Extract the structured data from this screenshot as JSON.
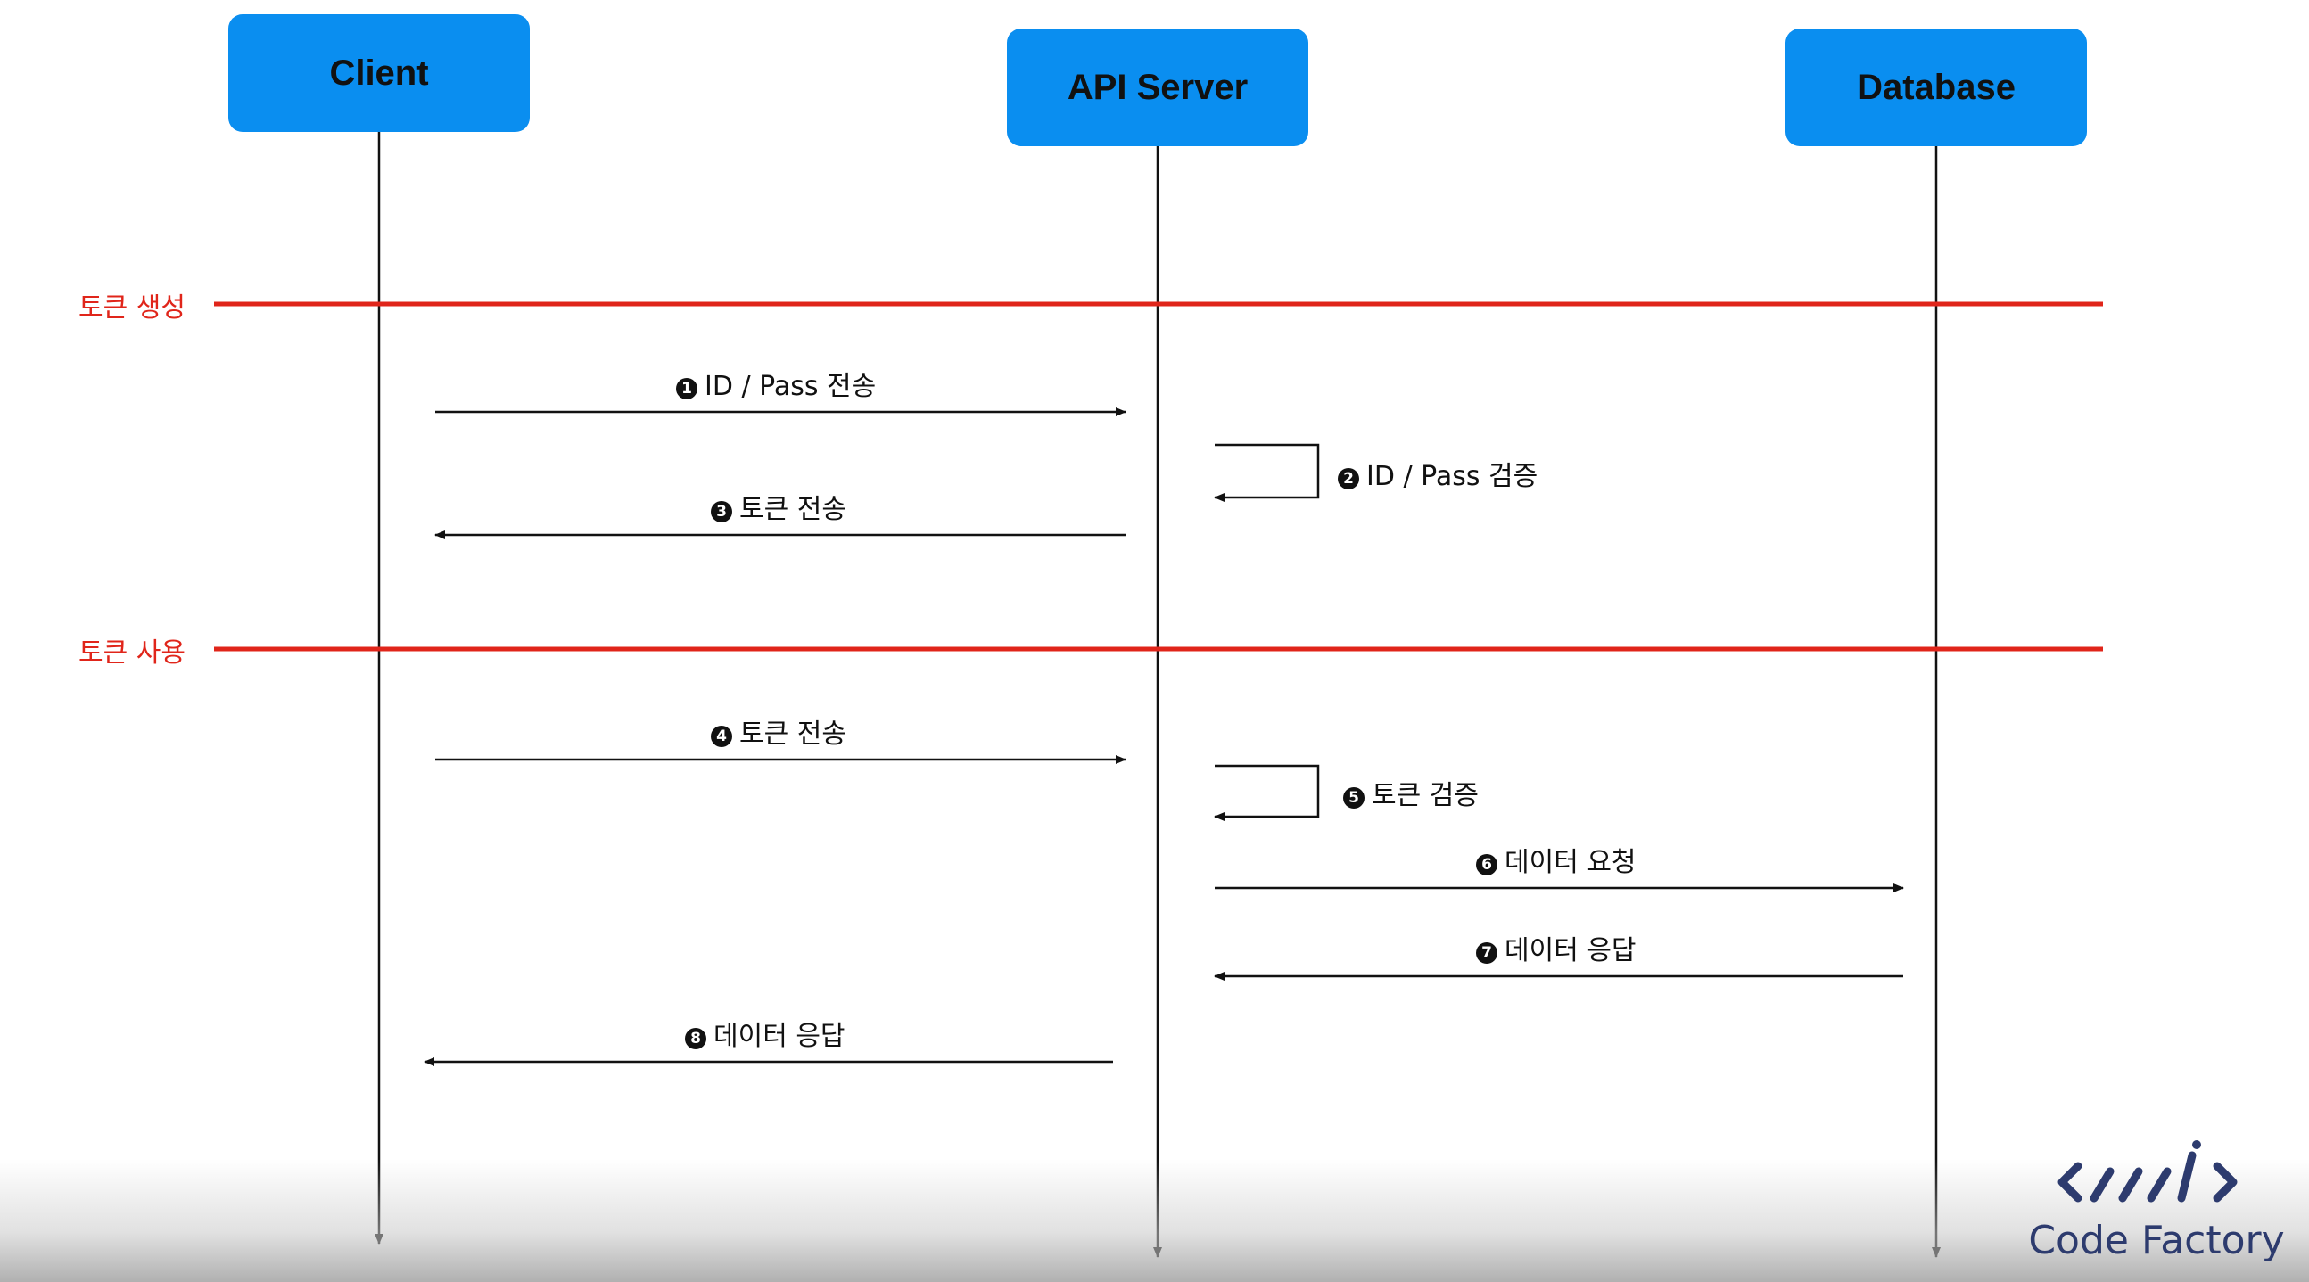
{
  "actors": {
    "client": "Client",
    "api_server": "API Server",
    "database": "Database"
  },
  "sections": {
    "create": "토큰 생성",
    "use": "토큰 사용"
  },
  "messages": [
    {
      "num": "1",
      "text": "ID / Pass 전송"
    },
    {
      "num": "2",
      "text": "ID / Pass 검증"
    },
    {
      "num": "3",
      "text": "토큰 전송"
    },
    {
      "num": "4",
      "text": "토큰 전송"
    },
    {
      "num": "5",
      "text": "토큰 검증"
    },
    {
      "num": "6",
      "text": "데이터 요청"
    },
    {
      "num": "7",
      "text": "데이터 응답"
    },
    {
      "num": "8",
      "text": "데이터 응답"
    }
  ],
  "logo": {
    "text": "Code Factory",
    "icon": "code-brackets-icon"
  },
  "colors": {
    "actor_fill": "#0a8ef0",
    "section_line": "#e0251a",
    "logo": "#2d3b6e"
  }
}
